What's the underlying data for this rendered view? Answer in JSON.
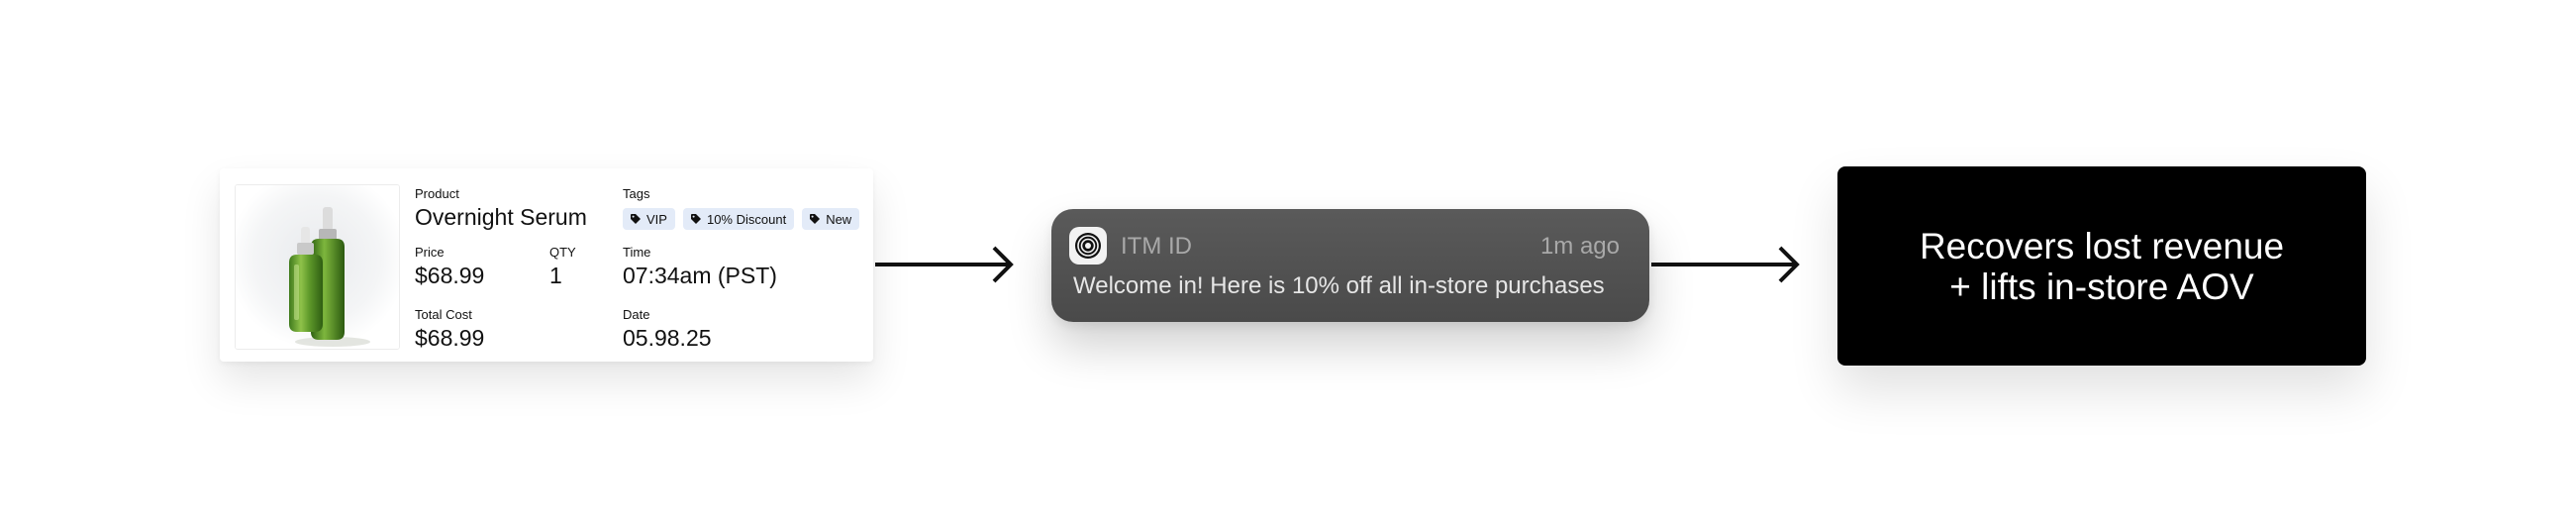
{
  "product_card": {
    "product_label": "Product",
    "product_name": "Overnight Serum",
    "tags_label": "Tags",
    "tags": [
      "VIP",
      "10% Discount",
      "New"
    ],
    "price_label": "Price",
    "price_value": "$68.99",
    "qty_label": "QTY",
    "qty_value": "1",
    "time_label": "Time",
    "time_value": "07:34am (PST)",
    "total_label": "Total Cost",
    "total_value": "$68.99",
    "date_label": "Date",
    "date_value": "05.98.25"
  },
  "notification": {
    "app_name": "ITM ID",
    "time_ago": "1m ago",
    "message": "Welcome in! Here is 10% off all in-store purchases"
  },
  "result": {
    "line1": "Recovers lost revenue",
    "line2": "+ lifts in-store AOV"
  },
  "colors": {
    "tag_bg": "#e3ebf8",
    "notification_bg": "#555555",
    "result_bg": "#000000",
    "bottle_green": "#5c8f2a"
  },
  "icons": {
    "tag": "tag-icon",
    "notification_app": "concentric-circles-logo-icon",
    "arrow": "arrow-right-icon",
    "product": "serum-bottle-image"
  }
}
